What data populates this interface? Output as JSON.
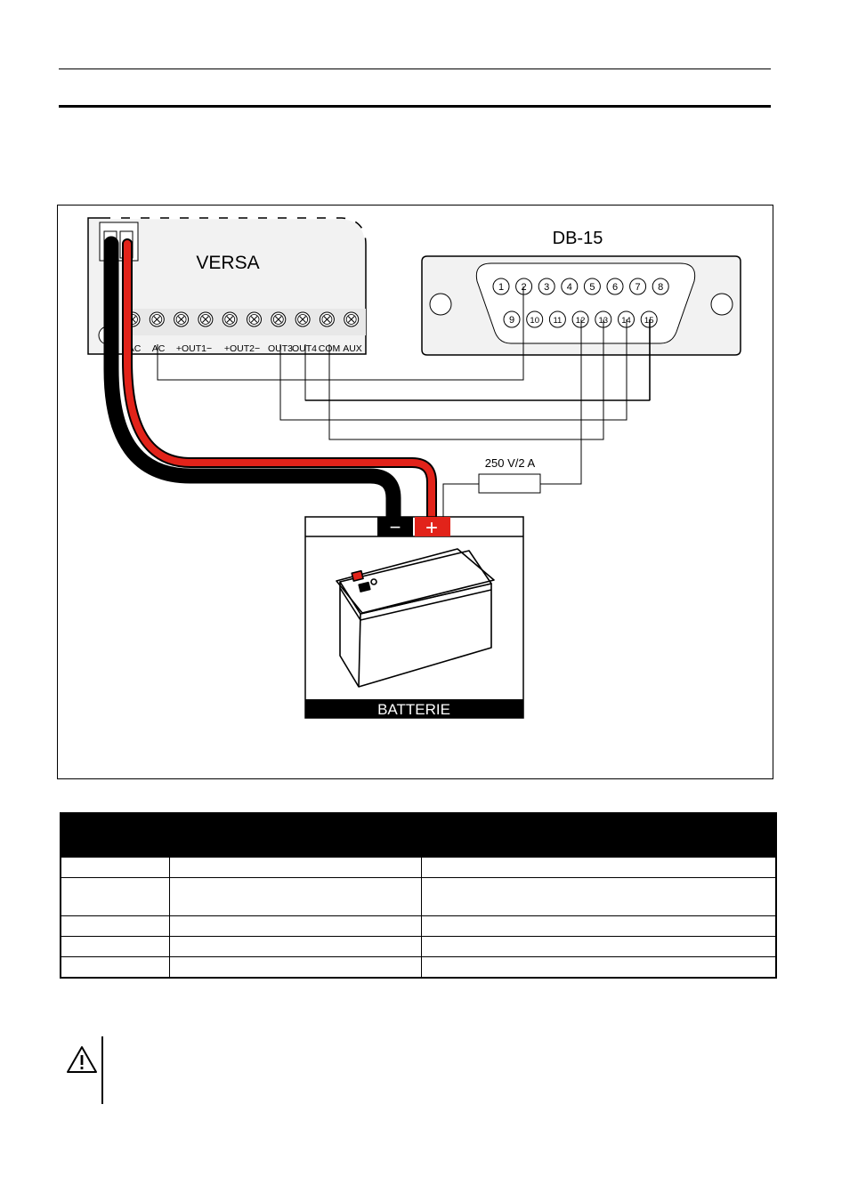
{
  "diagram": {
    "versa": {
      "label": "VERSA",
      "terminals": [
        "AC",
        "AC",
        "+OUT1−",
        "+OUT2−",
        "OUT3",
        "OUT4",
        "COM",
        "AUX"
      ]
    },
    "connector": {
      "label": "DB-15",
      "pins_top": [
        "1",
        "2",
        "3",
        "4",
        "5",
        "6",
        "7",
        "8"
      ],
      "pins_bottom": [
        "9",
        "10",
        "11",
        "12",
        "13",
        "14",
        "15"
      ]
    },
    "fuse": {
      "label": "250 V/2 A"
    },
    "battery": {
      "label": "BATTERIE",
      "minus_symbol": "−",
      "plus_symbol": "+"
    },
    "colors": {
      "red_wire": "#e2231a",
      "black_wire": "#000000",
      "panel_fill": "#f2f2f2"
    }
  },
  "warning": {
    "icon": "warning-triangle-icon"
  }
}
